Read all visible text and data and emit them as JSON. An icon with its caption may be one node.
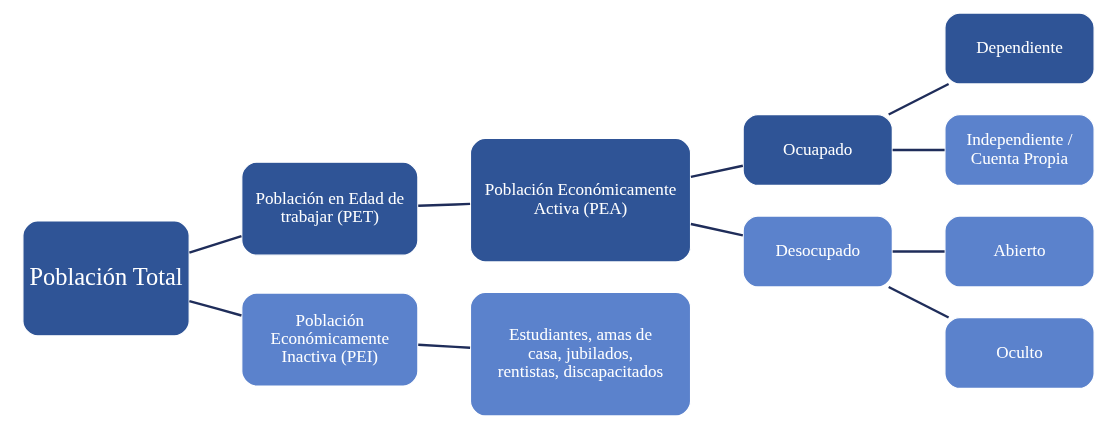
{
  "diagram": {
    "nodes": [
      {
        "text": [
          "Población Total"
        ]
      },
      {
        "text": [
          "Población en Edad de trabajar (PET)"
        ]
      },
      {
        "text": [
          "Población Económicamente Inactiva (PEI)"
        ]
      },
      {
        "text": [
          "Población Económicamente Activa (PEA)"
        ]
      },
      {
        "text": [
          "Estudiantes, amas de casa, jubilados, rentistas, discapacitados"
        ]
      },
      {
        "text": [
          "Ocuapado"
        ]
      },
      {
        "text": [
          "Desocupado"
        ]
      },
      {
        "text": [
          "Dependiente"
        ]
      },
      {
        "text": [
          "Independiente / Cuenta Propia"
        ]
      },
      {
        "text": [
          "Abierto"
        ]
      },
      {
        "text": [
          "Oculto"
        ]
      }
    ],
    "edges": [
      {
        "from": 0,
        "to": 1,
        "arrow": "none"
      },
      {
        "from": 0,
        "to": 2,
        "arrow": "none"
      },
      {
        "from": 1,
        "to": 3,
        "arrow": "none"
      },
      {
        "from": 2,
        "to": 4,
        "arrow": "none"
      },
      {
        "from": 3,
        "to": 5,
        "arrow": "none"
      },
      {
        "from": 3,
        "to": 6,
        "arrow": "none"
      },
      {
        "from": 5,
        "to": 7,
        "arrow": "none"
      },
      {
        "from": 5,
        "to": 8,
        "arrow": "none"
      },
      {
        "from": 6,
        "to": 9,
        "arrow": "none"
      },
      {
        "from": 6,
        "to": 10,
        "arrow": "none"
      }
    ]
  }
}
